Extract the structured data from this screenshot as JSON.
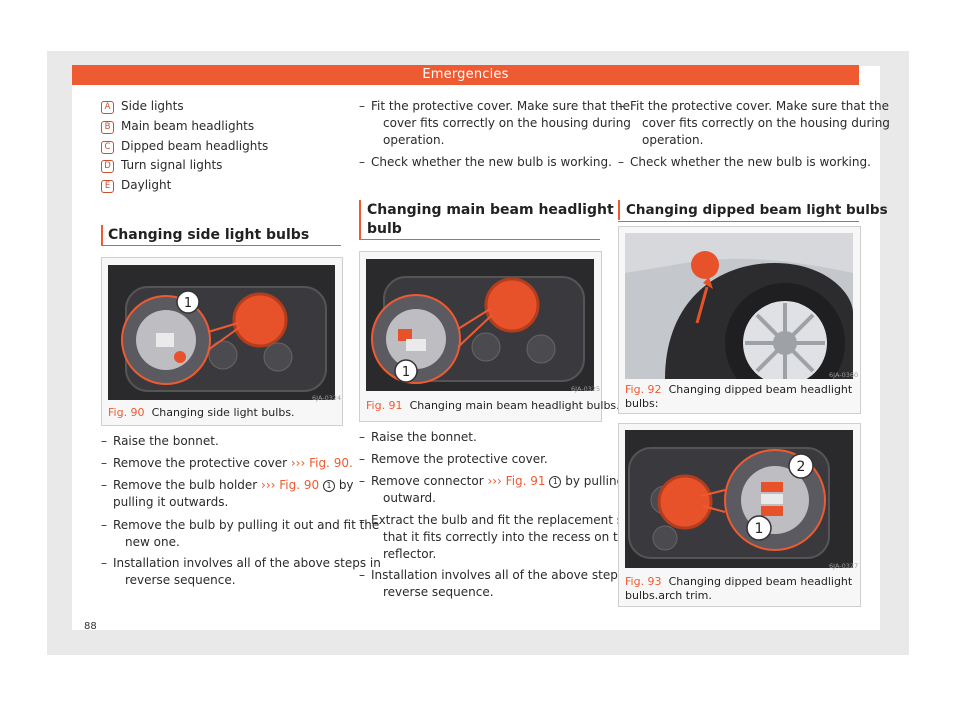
{
  "header": "Emergencies",
  "page_number": "88",
  "legend": [
    {
      "badge": "A",
      "label": "Side lights"
    },
    {
      "badge": "B",
      "label": "Main beam headlights"
    },
    {
      "badge": "C",
      "label": "Dipped beam headlights"
    },
    {
      "badge": "D",
      "label": "Turn signal lights"
    },
    {
      "badge": "E",
      "label": "Daylight"
    }
  ],
  "dash": "–",
  "ref_arrow": "›››",
  "col1": {
    "heading": "Changing side light bulbs",
    "figure": {
      "code": "6JA-0324",
      "label": "Fig. 90",
      "caption": "Changing side light bulbs."
    },
    "steps": [
      {
        "l1": "Raise the bonnet."
      },
      {
        "pre": "Remove the protective cover ",
        "ref": "Fig. 90",
        "post": "."
      },
      {
        "pre": "Remove the bulb holder ",
        "ref": "Fig. 90",
        "circle": "1",
        "post": " by",
        "l2": "pulling it outwards."
      },
      {
        "l1": "Remove the bulb by pulling it out and fit the",
        "l2": "new one."
      },
      {
        "l1": "Installation involves all of the above steps in",
        "l2": "reverse sequence."
      }
    ]
  },
  "col2": {
    "top_steps": [
      {
        "l1": "Fit the protective cover. Make sure that the",
        "l2": "cover fits correctly on the housing during",
        "l3": "operation."
      },
      {
        "l1": "Check whether the new bulb is working."
      }
    ],
    "heading_l1": "Changing main beam headlight",
    "heading_l2": "bulb",
    "figure": {
      "code": "6JA-0325",
      "label": "Fig. 91",
      "caption": "Changing main beam headlight bulbs."
    },
    "steps": [
      {
        "l1": "Raise the bonnet."
      },
      {
        "l1": "Remove the protective cover."
      },
      {
        "pre": "Remove connector ",
        "ref": "Fig. 91",
        "circle": "1",
        "post": " by pulling",
        "l2": "outward."
      },
      {
        "l1": "Extract the bulb and fit the replacement so",
        "l2": "that it fits correctly into the recess on the",
        "l3": "reflector."
      },
      {
        "l1": "Installation involves all of the above steps in",
        "l2": "reverse sequence."
      }
    ]
  },
  "col3": {
    "top_steps": [
      {
        "l1": "Fit the protective cover. Make sure that the",
        "l2": "cover fits correctly on the housing during",
        "l3": "operation."
      },
      {
        "l1": "Check whether the new bulb is working."
      }
    ],
    "heading": "Changing dipped beam light bulbs",
    "figure1": {
      "code": "6JA-0360",
      "label": "Fig. 92",
      "caption_l1": "Changing dipped beam headlight",
      "caption_l2": "bulbs:"
    },
    "figure2": {
      "code": "6JA-0327",
      "label": "Fig. 93",
      "caption_l1": "Changing dipped beam headlight",
      "caption_l2": "bulbs.arch trim."
    }
  },
  "callouts": {
    "one": "1",
    "two": "2"
  },
  "colors": {
    "accent": "#ee5a32",
    "page_bg": "#e9e9ea",
    "photo_dark": "#1a1a1c",
    "lamp_orange": "#e8522a"
  }
}
